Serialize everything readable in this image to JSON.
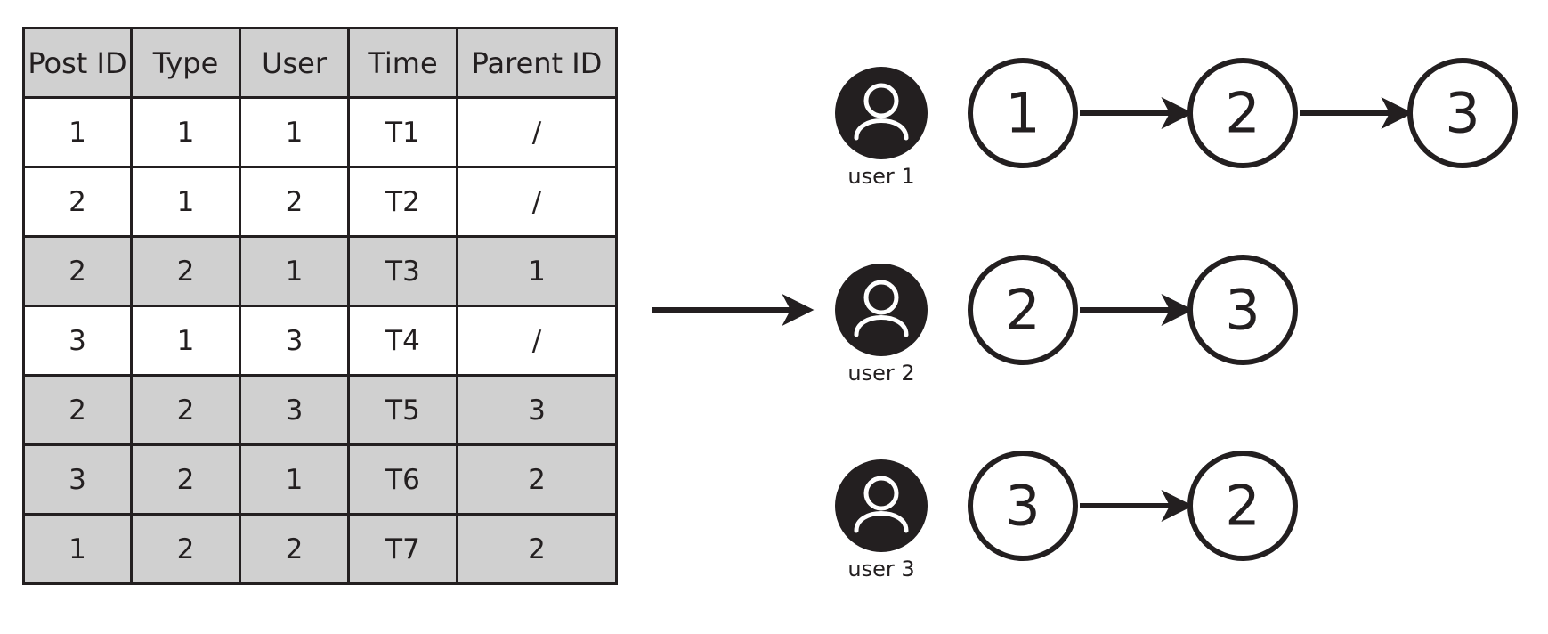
{
  "table": {
    "headers": [
      "Post ID",
      "Type",
      "User",
      "Time",
      "Parent ID"
    ],
    "rows": [
      {
        "post_id": "1",
        "type": "1",
        "user": "1",
        "time": "T1",
        "parent_id": "/",
        "shaded": false
      },
      {
        "post_id": "2",
        "type": "1",
        "user": "2",
        "time": "T2",
        "parent_id": "/",
        "shaded": false
      },
      {
        "post_id": "2",
        "type": "2",
        "user": "1",
        "time": "T3",
        "parent_id": "1",
        "shaded": true
      },
      {
        "post_id": "3",
        "type": "1",
        "user": "3",
        "time": "T4",
        "parent_id": "/",
        "shaded": false
      },
      {
        "post_id": "2",
        "type": "2",
        "user": "3",
        "time": "T5",
        "parent_id": "3",
        "shaded": true
      },
      {
        "post_id": "3",
        "type": "2",
        "user": "1",
        "time": "T6",
        "parent_id": "2",
        "shaded": true
      },
      {
        "post_id": "1",
        "type": "2",
        "user": "2",
        "time": "T7",
        "parent_id": "2",
        "shaded": true
      }
    ]
  },
  "sequences": [
    {
      "user_label": "user 1",
      "nodes": [
        "1",
        "2",
        "3"
      ]
    },
    {
      "user_label": "user 2",
      "nodes": [
        "2",
        "3"
      ]
    },
    {
      "user_label": "user 3",
      "nodes": [
        "3",
        "2"
      ]
    }
  ],
  "colors": {
    "ink": "#231f20",
    "shaded_row": "#d0d0d0",
    "background": "#ffffff"
  },
  "icons": {
    "user": "user-avatar-icon",
    "arrow": "right-arrow-icon"
  }
}
